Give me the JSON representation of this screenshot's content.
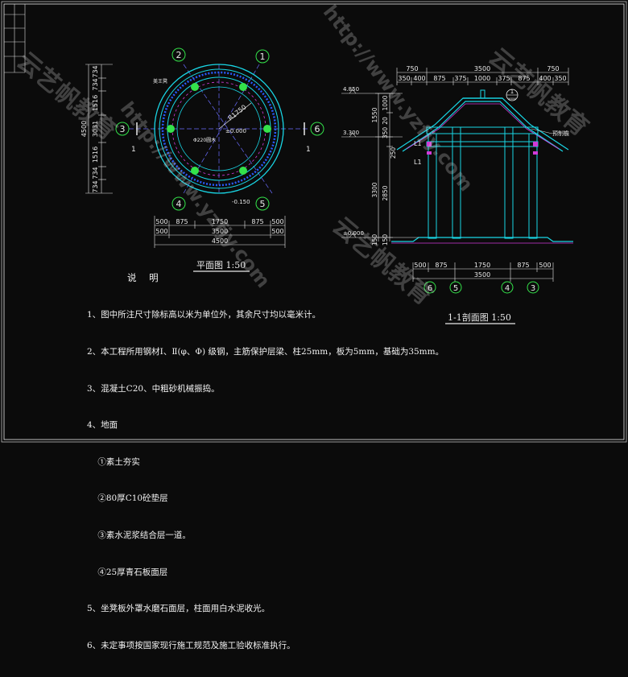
{
  "colors": {
    "background": "#0b0b0b",
    "wall_outline": "#19d7e6",
    "structure": "#34e24a",
    "dimension": "#eaeaea",
    "axis_line": "#6a6cff",
    "hatch_magenta": "#d13ad8",
    "label_red": "#ff3b3b"
  },
  "plan": {
    "title": "平面图 1:50",
    "axis_markers": [
      "1",
      "2",
      "3",
      "4",
      "5",
      "6"
    ],
    "section_marks": [
      "1",
      "1"
    ],
    "radius_label": "R1750",
    "elevation_label": "±0.000",
    "elevation_label_low": "-0.150",
    "pipe_label": "Φ220圆木",
    "beam_label": "美王凳",
    "dims_left": [
      "734",
      "734",
      "1516",
      "3031",
      "1516",
      "734",
      "734"
    ],
    "dim_total_left": "4500",
    "dims_bottom_row1": [
      "500",
      "875",
      "1750",
      "875",
      "500"
    ],
    "dims_bottom_row2": [
      "500",
      "3500",
      "500"
    ],
    "dim_total_bottom": "4500"
  },
  "section": {
    "title": "1-1剖面图 1:50",
    "dims_top_row1": [
      "750",
      "3500",
      "750"
    ],
    "dims_top_row2": [
      "350",
      "400",
      "875",
      "375",
      "1000",
      "375",
      "875",
      "400",
      "350"
    ],
    "levels": [
      "4.850",
      "3.300",
      "±0.000"
    ],
    "dims_vertical": [
      "1550",
      "1000",
      "20",
      "350",
      "250",
      "3300",
      "2850",
      "150",
      "150"
    ],
    "labels_l": [
      "L1",
      "L1"
    ],
    "roof_callout": "1",
    "roof_callout_sub": "xxxx",
    "beam_note": "预制檐",
    "dims_bottom": [
      "500",
      "875",
      "1750",
      "875",
      "500"
    ],
    "dim_total_bottom": "3500",
    "axis_markers_bottom": [
      "6",
      "5",
      "4",
      "3"
    ]
  },
  "notes": {
    "heading": "说 明",
    "lines": [
      "1、图中所注尺寸除标高以米为单位外，其余尺寸均以毫米计。",
      "2、本工程所用钢材Ⅰ、Ⅱ(φ、Φ) 级钢，主筋保护层梁、柱25mm，板为5mm，基础为35mm。",
      "3、混凝土C20、中粗砂机械振捣。",
      "4、地面",
      "    ①素土夯实",
      "    ②80厚C10砼垫层",
      "    ③素水泥浆结合层一道。",
      "    ④25厚青石板面层",
      "5、坐凳板外罩水磨石面层，柱面用白水泥收光。",
      "6、未定事项按国家现行施工规范及施工验收标准执行。"
    ]
  },
  "watermarks": [
    "云艺帆教育",
    "http://www.yzfjy.com"
  ]
}
